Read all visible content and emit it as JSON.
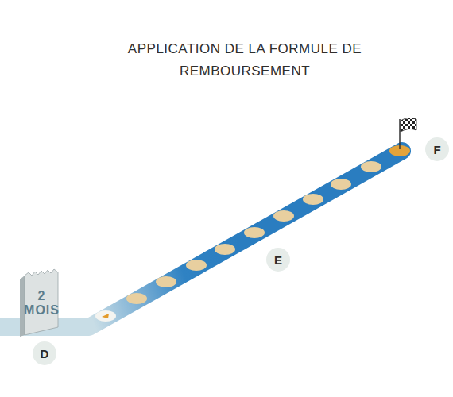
{
  "diagram": {
    "title": "APPLICATION DE LA FORMULE DE REMBOURSEMENT",
    "nodes": [
      {
        "text": [
          "2 MOIS"
        ]
      },
      {
        "text": [
          "D"
        ]
      },
      {
        "text": [
          "E"
        ]
      },
      {
        "text": [
          "F"
        ]
      }
    ]
  }
}
